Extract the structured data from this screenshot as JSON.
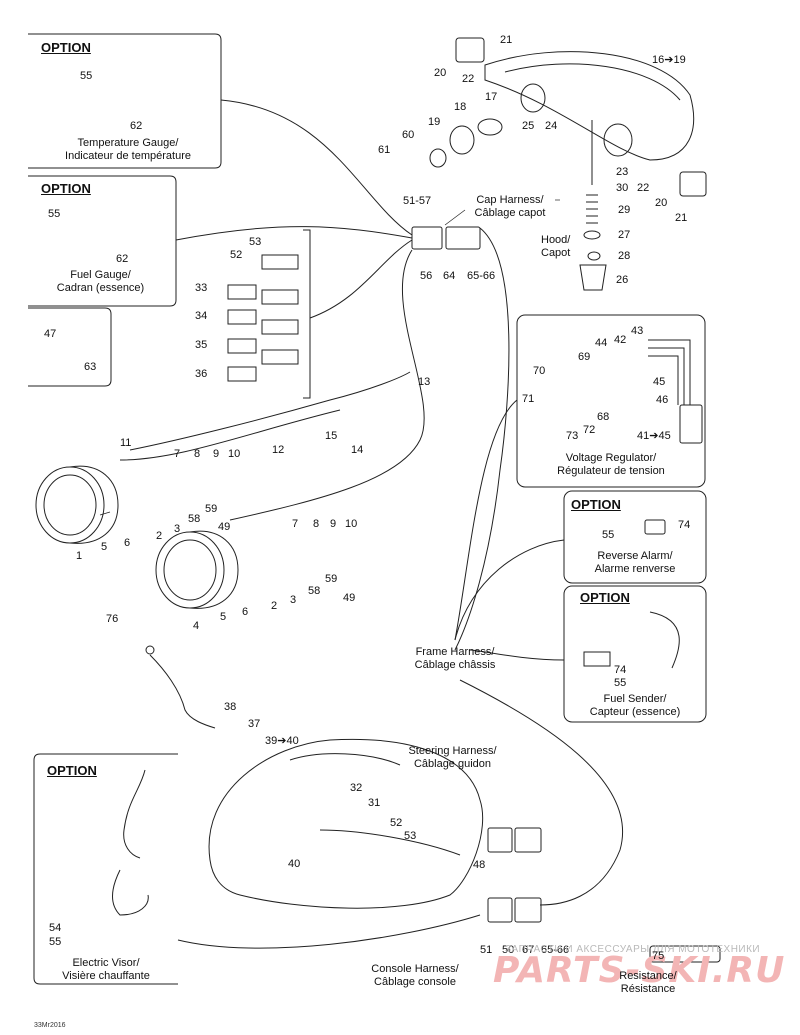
{
  "option_label": "OPTION",
  "boxes": {
    "temp_gauge": {
      "label1": "Temperature Gauge/",
      "label2": "Indicateur de température",
      "n55": "55",
      "n62": "62"
    },
    "fuel_gauge": {
      "label1": "Fuel Gauge/",
      "label2": "Cadran (essence)",
      "n55": "55",
      "n62": "62"
    },
    "tie": {
      "n47": "47",
      "n63": "63"
    },
    "voltage": {
      "label1": "Voltage Regulator/",
      "label2": "Régulateur de tension",
      "n44": "44",
      "n42": "42",
      "n43": "43",
      "n69": "69",
      "n45": "45",
      "n70": "70",
      "n71": "71",
      "n46": "46",
      "n68": "68",
      "n73": "73",
      "n72": "72",
      "n41": "41➔45"
    },
    "reverse": {
      "label1": "Reverse Alarm/",
      "label2": "Alarme renverse",
      "n55": "55",
      "n74": "74"
    },
    "fuel_sender": {
      "label1": "Fuel Sender/",
      "label2": "Capteur (essence)",
      "n74": "74",
      "n55": "55"
    },
    "visor": {
      "label1": "Electric Visor/",
      "label2": "Visière chauffante",
      "n54": "54",
      "n55": "55"
    }
  },
  "harness": {
    "cap1": "Cap Harness/",
    "cap2": "Câblage capot",
    "frame1": "Frame Harness/",
    "frame2": "Câblage châssis",
    "steer1": "Steering Harness/",
    "steer2": "Câblage guidon",
    "console1": "Console Harness/",
    "console2": "Câblage console",
    "res1": "Resistance/",
    "res2": "Résistance",
    "hood1": "Hood/",
    "hood2": "Capot"
  },
  "parts": {
    "p21a": "21",
    "p20a": "20",
    "p22a": "22",
    "p16": "16➔19",
    "p17": "17",
    "p18": "18",
    "p19": "19",
    "p25": "25",
    "p24": "24",
    "p60": "60",
    "p61": "61",
    "p23": "23",
    "p30": "30",
    "p29": "29",
    "p27": "27",
    "p28": "28",
    "p26": "26",
    "p22b": "22",
    "p20b": "20",
    "p21b": "21",
    "p5157": "51-57",
    "p56": "56",
    "p64": "64",
    "p6566": "65-66",
    "p53": "53",
    "p52": "52",
    "p33": "33",
    "p34": "34",
    "p35": "35",
    "p36": "36",
    "p13": "13",
    "p15": "15",
    "p14": "14",
    "p11": "11",
    "p12": "12",
    "p7a": "7",
    "p8a": "8",
    "p9a": "9",
    "p10a": "10",
    "p59a": "59",
    "p58a": "58",
    "p49a": "49",
    "p3a": "3",
    "p2a": "2",
    "p1": "1",
    "p5a": "5",
    "p6a": "6",
    "p7b": "7",
    "p8b": "8",
    "p9b": "9",
    "p10b": "10",
    "p59b": "59",
    "p58b": "58",
    "p49b": "49",
    "p3b": "3",
    "p2b": "2",
    "p4": "4",
    "p5b": "5",
    "p6b": "6",
    "p76": "76",
    "p38": "38",
    "p37": "37",
    "p3940": "39➔40",
    "p32": "32",
    "p31": "31",
    "p52b": "52",
    "p53b": "53",
    "p48": "48",
    "p40": "40",
    "p51": "51",
    "p50": "50",
    "p67": "67",
    "p6566b": "65-66",
    "p75": "75"
  },
  "watermark_text": "ЗАПЧАСТИ И АКСЕССУАРЫ ДЛЯ МОТОТЕХНИКИ",
  "logo_text": "PARTS-SKI.RU",
  "footer_code": "33Mr2016",
  "colors": {
    "line": "#222222",
    "logo": "#f3b5b5",
    "watermark": "#b9b9b9"
  }
}
